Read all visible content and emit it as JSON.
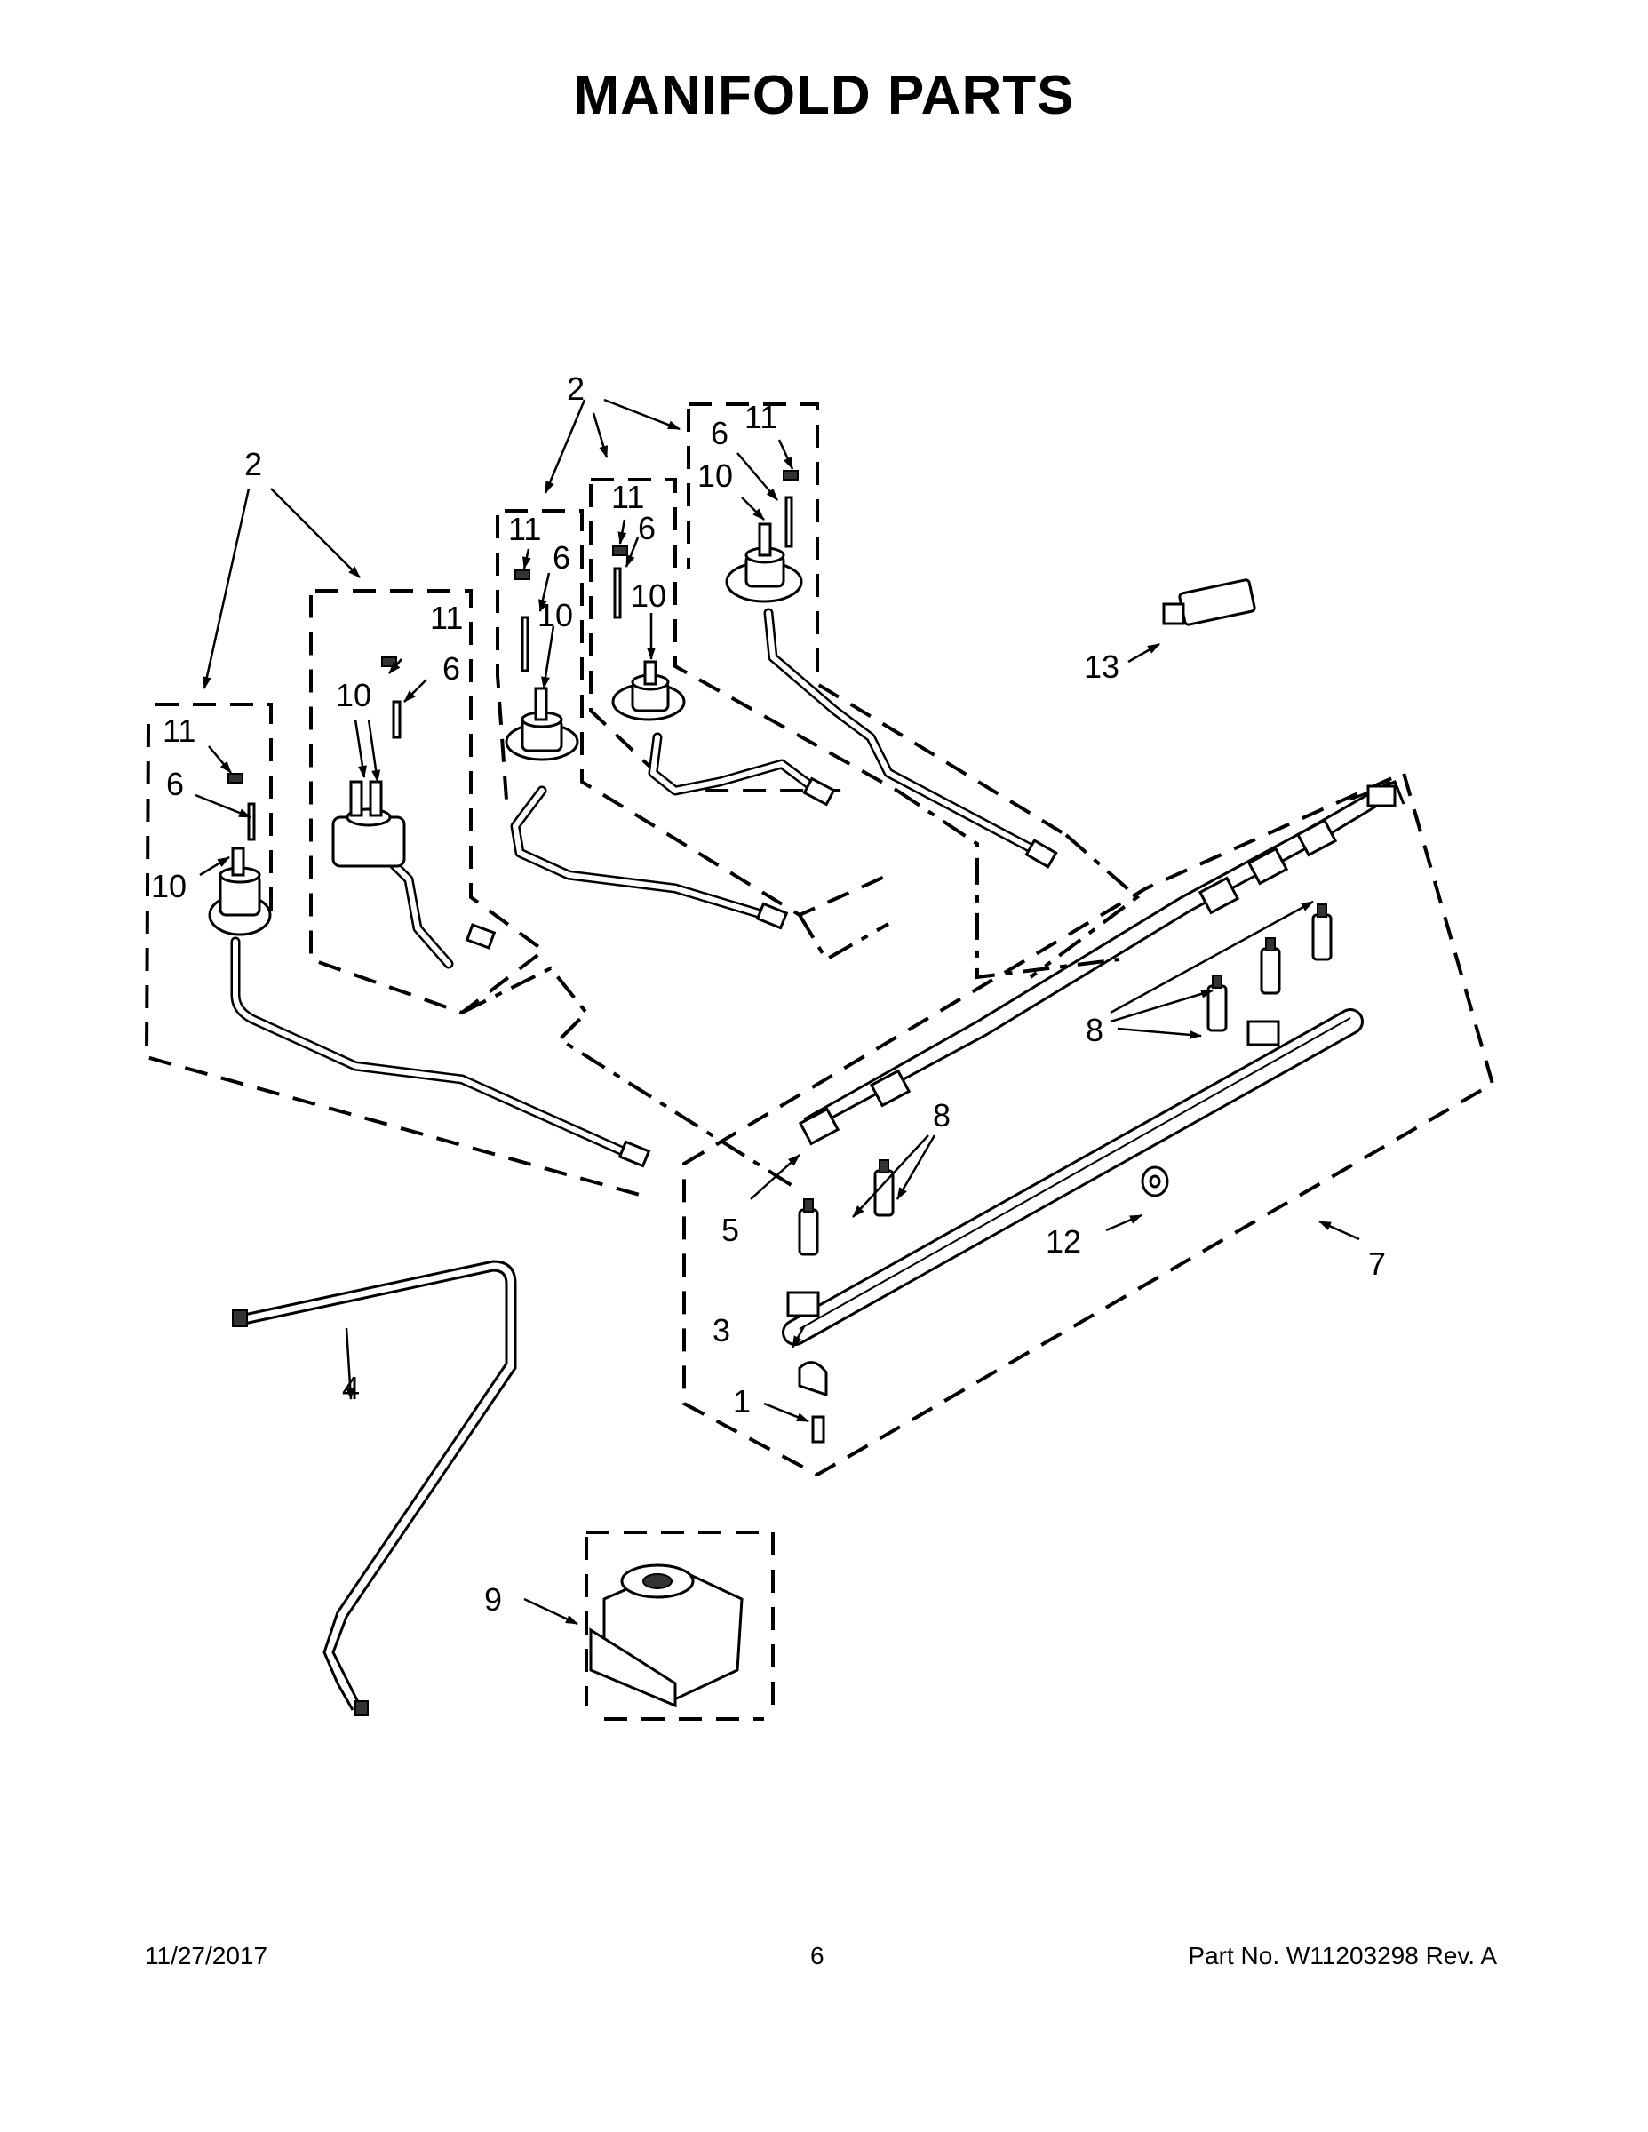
{
  "title": "MANIFOLD PARTS",
  "callouts": {
    "c1": "1",
    "c2a": "2",
    "c2b": "2",
    "c3": "3",
    "c4": "4",
    "c5": "5",
    "c6a": "6",
    "c6b": "6",
    "c6c": "6",
    "c6d": "6",
    "c6e": "6",
    "c7": "7",
    "c8a": "8",
    "c8b": "8",
    "c9": "9",
    "c10a": "10",
    "c10b": "10",
    "c10c": "10",
    "c10d": "10",
    "c10e": "10",
    "c11a": "11",
    "c11b": "11",
    "c11c": "11",
    "c11d": "11",
    "c11e": "11",
    "c12": "12",
    "c13": "13"
  },
  "footer": {
    "date": "11/27/2017",
    "page": "6",
    "part": "Part No.  W11203298  Rev.  A"
  }
}
